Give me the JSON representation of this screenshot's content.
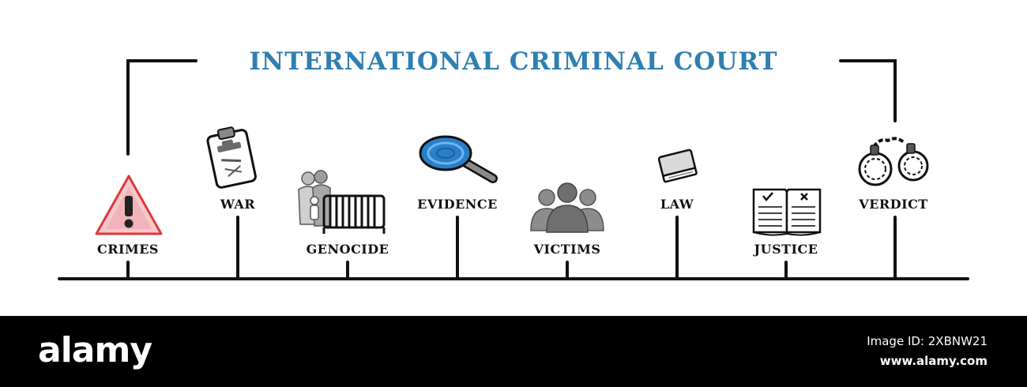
{
  "title": "INTERNATIONAL CRIMINAL COURT",
  "colors": {
    "title": "#2f7fb0",
    "ink": "#111111",
    "warning": "#e0393a",
    "lens": "#2a7fc9",
    "footer": "#000000"
  },
  "items": [
    {
      "label": "CRIMES",
      "icon": "warning-icon"
    },
    {
      "label": "WAR",
      "icon": "clipboard-icon"
    },
    {
      "label": "GENOCIDE",
      "icon": "family-barrier-icon"
    },
    {
      "label": "EVIDENCE",
      "icon": "magnifying-glass-icon"
    },
    {
      "label": "VICTIMS",
      "icon": "group-people-icon"
    },
    {
      "label": "LAW",
      "icon": "book-icon"
    },
    {
      "label": "JUSTICE",
      "icon": "open-book-icon"
    },
    {
      "label": "VERDICT",
      "icon": "handcuffs-icon"
    }
  ],
  "footer": {
    "logo": "alamy",
    "image_id": "Image ID: 2XBNW21",
    "site": "www.alamy.com"
  }
}
